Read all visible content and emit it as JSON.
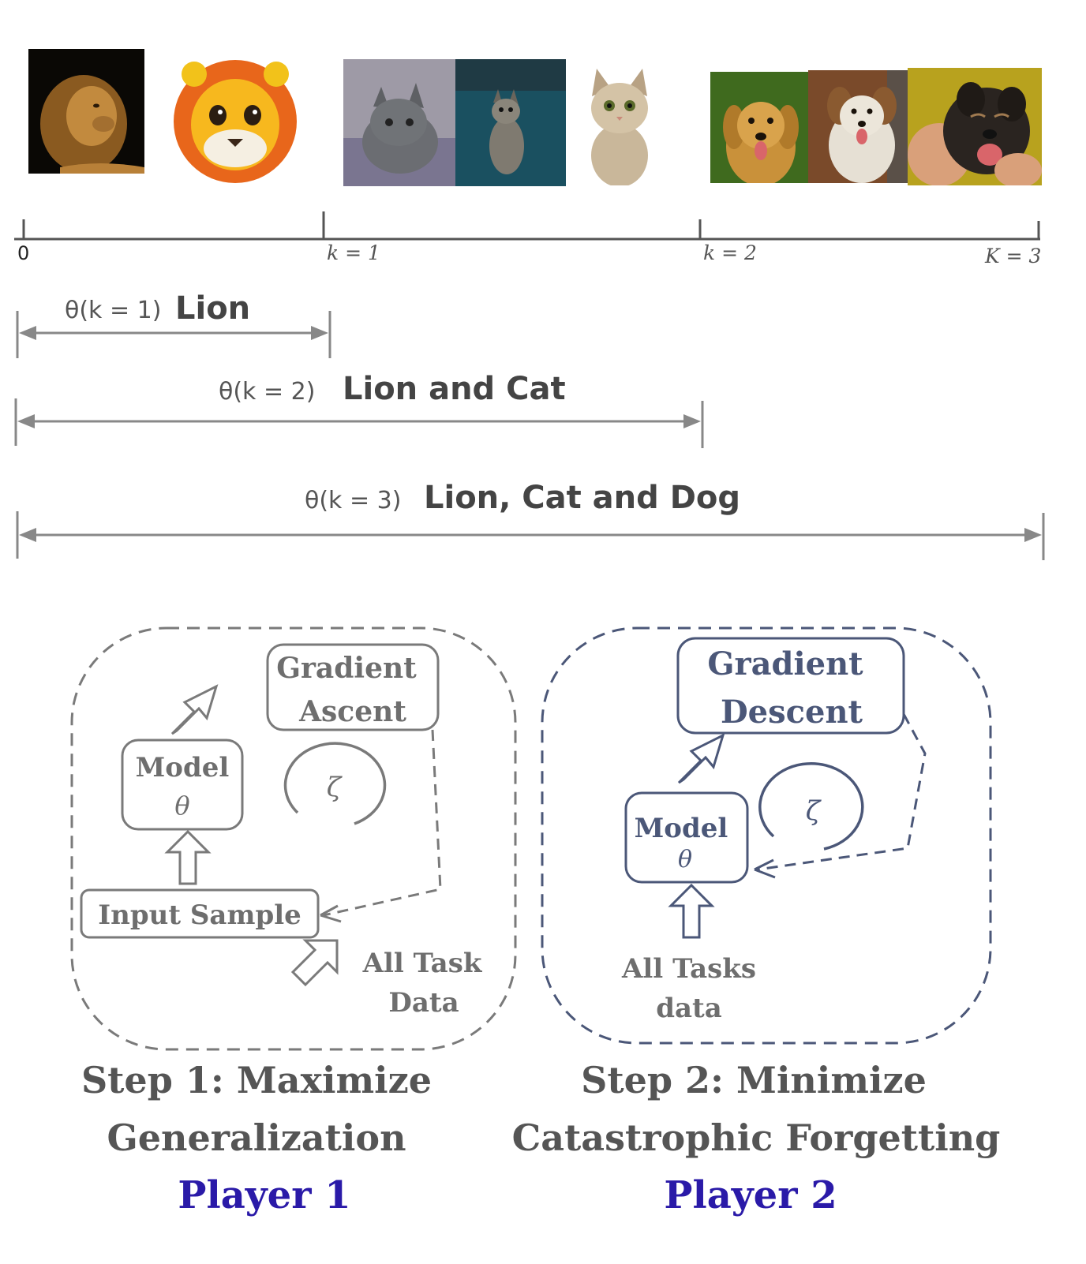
{
  "timeline": {
    "tick_zero": "0",
    "tick_k1": "k = 1",
    "tick_k2": "k = 2",
    "tick_k3": "K = 3"
  },
  "spans": [
    {
      "theta": "θ(k = 1)",
      "label": "Lion"
    },
    {
      "theta": "θ(k = 2)",
      "label": "Lion and Cat"
    },
    {
      "theta": "θ(k = 3)",
      "label": "Lion, Cat and Dog"
    }
  ],
  "images": {
    "task1": [
      "lion-photo",
      "lion-emoji"
    ],
    "task2": [
      "cat-photo-gray",
      "cat-photo-tabby",
      "cat-photo-front"
    ],
    "task3": [
      "dog-photo-golden",
      "dog-photo-aussie",
      "dog-photo-black"
    ]
  },
  "player1": {
    "gradient_line1": "Gradient",
    "gradient_line2": "Ascent",
    "model_line1": "Model",
    "model_line2": "θ",
    "zeta": "ζ",
    "input_sample": "Input Sample",
    "data_line1": "All Task",
    "data_line2": "Data",
    "step_line1": "Step 1: Maximize",
    "step_line2": "Generalization",
    "player_label": "Player 1"
  },
  "player2": {
    "gradient_line1": "Gradient",
    "gradient_line2": "Descent",
    "model_line1": "Model",
    "model_line2": "θ",
    "zeta": "ζ",
    "data_line1": "All Tasks",
    "data_line2": "data",
    "step_line1": "Step 2: Minimize",
    "step_line2": "Catastrophic Forgetting",
    "player_label": "Player 2"
  },
  "colors": {
    "player1_stroke": "#7a7a7a",
    "player2_stroke": "#4b5778",
    "player_label": "#2a1aa8",
    "axis": "#555555",
    "span_arrow": "#888888"
  }
}
